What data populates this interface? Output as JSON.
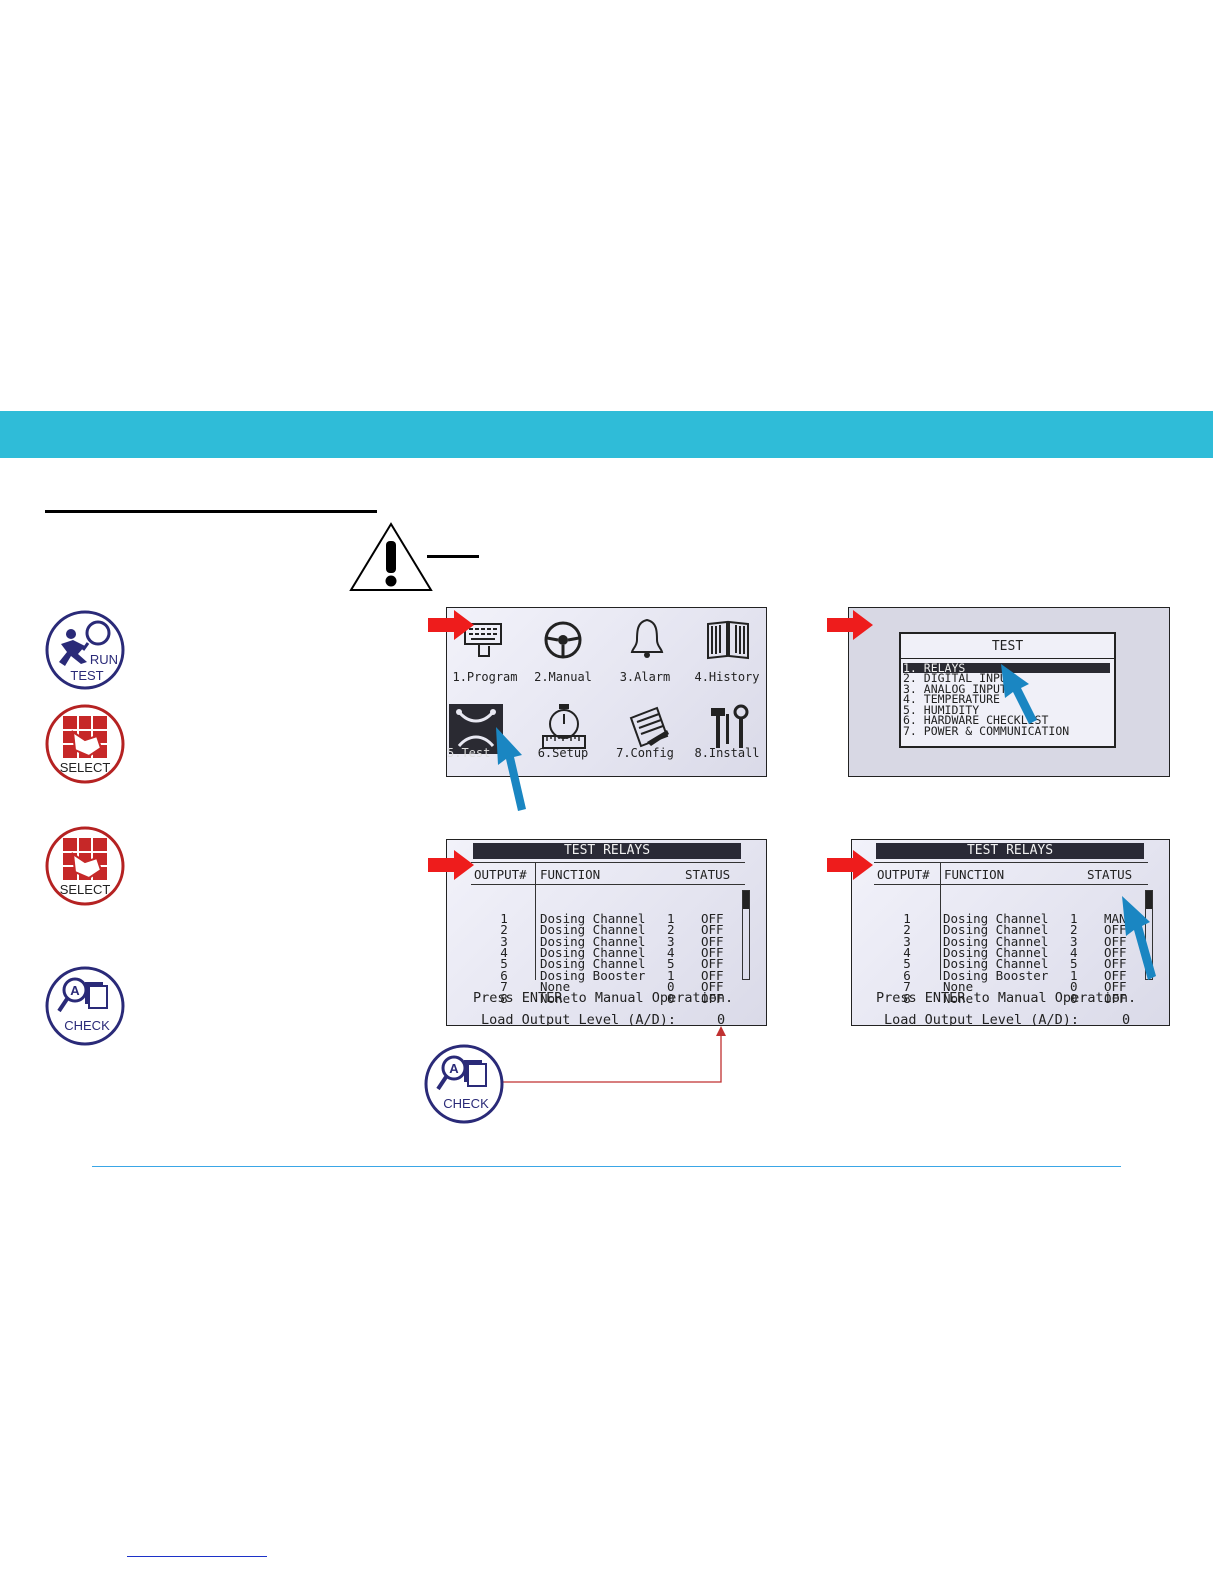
{
  "page": {
    "colors": {
      "banner": "#2fbcd8",
      "footer_rule": "#3aa6e6",
      "page_link": "#1c32c8",
      "red_arrow": "#ee1c1c",
      "blue_arrow": "#1a86c2"
    }
  },
  "icons": {
    "run_test": {
      "icon": "run-test-icon",
      "line1": "RUN",
      "line2": "TEST"
    },
    "select_1": {
      "icon": "select-icon",
      "label": "SELECT"
    },
    "select_2": {
      "icon": "select-icon",
      "label": "SELECT"
    },
    "check_1": {
      "icon": "check-icon",
      "label": "CHECK"
    },
    "check_2": {
      "icon": "check-icon",
      "label": "CHECK"
    },
    "warning": "warning-icon"
  },
  "main_menu": {
    "items": [
      {
        "label": "1.Program",
        "icon": "keyboard-icon"
      },
      {
        "label": "2.Manual",
        "icon": "steering-wheel-icon"
      },
      {
        "label": "3.Alarm",
        "icon": "bell-icon"
      },
      {
        "label": "4.History",
        "icon": "book-icon"
      },
      {
        "label": "5.Test",
        "icon": "test-icon"
      },
      {
        "label": "6.Setup",
        "icon": "stopwatch-icon"
      },
      {
        "label": "7.Config",
        "icon": "notepad-icon"
      },
      {
        "label": "8.Install",
        "icon": "tools-icon"
      }
    ]
  },
  "test_menu": {
    "title": "TEST",
    "items": [
      "1. RELAYS",
      "2. DIGITAL INPUT",
      "3. ANALOG INPUT",
      "4. TEMPERATURE",
      "5. HUMIDITY",
      "6. HARDWARE CHECKLIST",
      "7. POWER & COMMUNICATION"
    ]
  },
  "relays_a": {
    "title": "TEST RELAYS",
    "headers": {
      "output": "OUTPUT#",
      "function": "FUNCTION",
      "status": "STATUS"
    },
    "rows": [
      {
        "n": "1",
        "func": "Dosing Channel",
        "ch": "1",
        "status": "OFF"
      },
      {
        "n": "2",
        "func": "Dosing Channel",
        "ch": "2",
        "status": "OFF"
      },
      {
        "n": "3",
        "func": "Dosing Channel",
        "ch": "3",
        "status": "OFF"
      },
      {
        "n": "4",
        "func": "Dosing Channel",
        "ch": "4",
        "status": "OFF"
      },
      {
        "n": "5",
        "func": "Dosing Channel",
        "ch": "5",
        "status": "OFF"
      },
      {
        "n": "6",
        "func": "Dosing Booster",
        "ch": "1",
        "status": "OFF"
      },
      {
        "n": "7",
        "func": "None",
        "ch": "0",
        "status": "OFF"
      },
      {
        "n": "8",
        "func": "None",
        "ch": "0",
        "status": "OFF"
      }
    ],
    "footer": "Press ENTER to Manual Operation.",
    "load_label": "Load Output Level (A/D):",
    "load_value": "0"
  },
  "relays_b": {
    "title": "TEST RELAYS",
    "headers": {
      "output": "OUTPUT#",
      "function": "FUNCTION",
      "status": "STATUS"
    },
    "rows": [
      {
        "n": "1",
        "func": "Dosing Channel",
        "ch": "1",
        "status": "MAN"
      },
      {
        "n": "2",
        "func": "Dosing Channel",
        "ch": "2",
        "status": "OFF"
      },
      {
        "n": "3",
        "func": "Dosing Channel",
        "ch": "3",
        "status": "OFF"
      },
      {
        "n": "4",
        "func": "Dosing Channel",
        "ch": "4",
        "status": "OFF"
      },
      {
        "n": "5",
        "func": "Dosing Channel",
        "ch": "5",
        "status": "OFF"
      },
      {
        "n": "6",
        "func": "Dosing Booster",
        "ch": "1",
        "status": "OFF"
      },
      {
        "n": "7",
        "func": "None",
        "ch": "0",
        "status": "OFF"
      },
      {
        "n": "8",
        "func": "None",
        "ch": "0",
        "status": "OFF"
      }
    ],
    "footer": "Press ENTER to Manual Operation.",
    "load_label": "Load Output Level (A/D):",
    "load_value": "0"
  }
}
